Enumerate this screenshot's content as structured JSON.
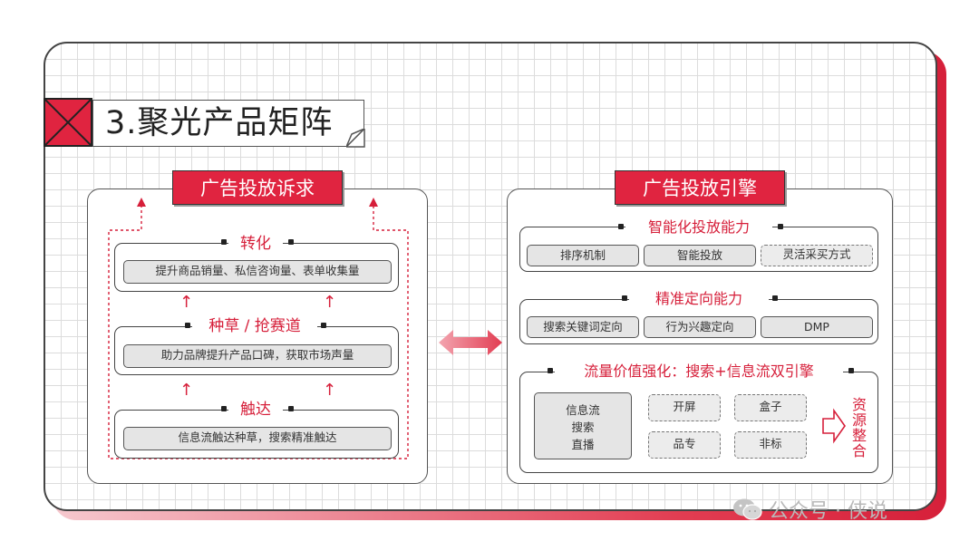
{
  "title": "3.聚光产品矩阵",
  "left_panel": {
    "tag": "广告投放诉求",
    "stages": [
      {
        "head": "转化",
        "content": "提升商品销量、私信咨询量、表单收集量"
      },
      {
        "head": "种草 / 抢赛道",
        "content": "助力品牌提升产品口碑，获取市场声量"
      },
      {
        "head": "触达",
        "content": "信息流触达种草，搜索精准触达"
      }
    ]
  },
  "right_panel": {
    "tag": "广告投放引擎",
    "section1": {
      "head": "智能化投放能力",
      "items": [
        "排序机制",
        "智能投放",
        "灵活采买方式"
      ]
    },
    "section2": {
      "head": "精准定向能力",
      "items": [
        "搜索关键词定向",
        "行为兴趣定向",
        "DMP"
      ]
    },
    "section3": {
      "head": "流量价值强化：搜索+信息流双引擎",
      "sources": [
        "信息流",
        "搜索",
        "直播"
      ],
      "slots": [
        "开屏",
        "盒子",
        "品专",
        "非标"
      ],
      "result": "资源整合"
    }
  },
  "watermark": "公众号 · 侠说",
  "colors": {
    "accent": "#e02440",
    "text_red": "#d61f3a",
    "pill_bg": "#e5e5e5"
  },
  "icons": [
    "close-x-icon",
    "up-arrow-icon",
    "double-arrow-icon",
    "right-hollow-arrow-icon",
    "wechat-icon"
  ]
}
